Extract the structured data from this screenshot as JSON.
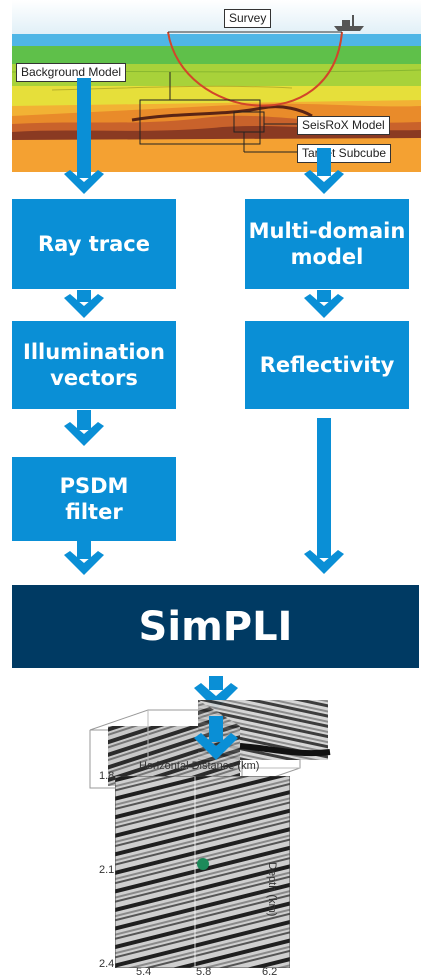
{
  "header_image": {
    "labels": {
      "survey": "Survey",
      "background_model": "Background Model",
      "seisrox_model": "SeisRoX Model",
      "target_subcube": "Target Subcube"
    }
  },
  "flow": {
    "left": [
      "Ray trace",
      "Illumination\nvectors",
      "PSDM\nfilter"
    ],
    "right": [
      "Multi-domain\nmodel",
      "Reflectivity"
    ],
    "main": "SimPLI"
  },
  "section_plot": {
    "title": "Horizontal Distance (km)",
    "ylabel": "Depth (km)",
    "y_ticks": [
      "1.8",
      "2.1",
      "2.4"
    ],
    "x_ticks": [
      "5.4",
      "5.8",
      "6.2"
    ]
  },
  "colors": {
    "box": "#0a8fd6",
    "arrow": "#0a8fd6",
    "simpli": "#003a63"
  }
}
